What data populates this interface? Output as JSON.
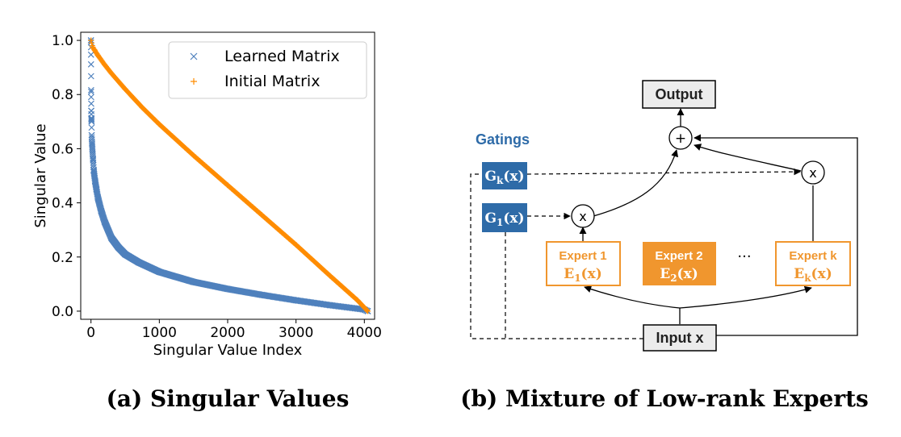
{
  "panel_a": {
    "caption": "(a) Singular Values",
    "chart_data": {
      "type": "scatter",
      "xlabel": "Singular Value Index",
      "ylabel": "Singular Value",
      "xlim": [
        -150,
        4150
      ],
      "ylim": [
        -0.03,
        1.03
      ],
      "x_ticks": [
        0,
        1000,
        2000,
        3000,
        4000
      ],
      "x_tick_labels": [
        "0",
        "1000",
        "2000",
        "3000",
        "4000"
      ],
      "y_ticks": [
        0.0,
        0.2,
        0.4,
        0.6,
        0.8,
        1.0
      ],
      "y_tick_labels": [
        "0.0",
        "0.2",
        "0.4",
        "0.6",
        "0.8",
        "1.0"
      ],
      "grid": false,
      "legend_position": "top-right",
      "series": [
        {
          "name": "Learned Matrix",
          "marker": "x",
          "color": "#4f81bd",
          "x": [
            0,
            2,
            4,
            6,
            8,
            10,
            15,
            20,
            30,
            40,
            60,
            80,
            100,
            150,
            200,
            300,
            400,
            500,
            700,
            1000,
            1500,
            2000,
            2500,
            3000,
            3500,
            4000,
            4050
          ],
          "y": [
            1.0,
            0.81,
            0.74,
            0.71,
            0.7,
            0.65,
            0.62,
            0.6,
            0.56,
            0.52,
            0.48,
            0.45,
            0.42,
            0.37,
            0.33,
            0.27,
            0.236,
            0.21,
            0.18,
            0.145,
            0.108,
            0.082,
            0.06,
            0.04,
            0.022,
            0.006,
            0.0
          ]
        },
        {
          "name": "Initial Matrix",
          "marker": "+",
          "color": "#ff8c00",
          "x": [
            0,
            25,
            50,
            100,
            200,
            300,
            500,
            750,
            1000,
            1500,
            2000,
            2500,
            3000,
            3500,
            3900,
            4050
          ],
          "y": [
            1.0,
            0.975,
            0.965,
            0.945,
            0.91,
            0.878,
            0.82,
            0.752,
            0.69,
            0.575,
            0.465,
            0.355,
            0.245,
            0.13,
            0.04,
            0.0
          ]
        }
      ]
    }
  },
  "panel_b": {
    "caption": "(b) Mixture of Low-rank Experts",
    "output_label": "Output",
    "input_label": "Input x",
    "plus_symbol": "+",
    "mult_symbol": "x",
    "gatings_title": "Gatings",
    "gate_k_label": "G_k(x)",
    "gate_1_label": "G_1(x)",
    "ellipsis": "···",
    "experts": [
      {
        "title": "Expert 1",
        "formula": "E_1(x)"
      },
      {
        "title": "Expert 2",
        "formula": "E_2(x)"
      },
      {
        "title": "Expert k",
        "formula": "E_k(x)"
      }
    ],
    "colors": {
      "gate": "#2e6ba8",
      "expert": "#f0962e",
      "box_fill": "#ececec"
    }
  }
}
